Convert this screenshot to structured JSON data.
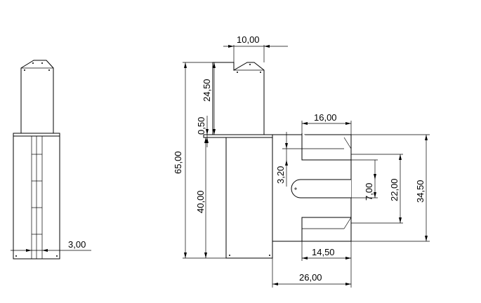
{
  "dimensions": {
    "width_top": "10,00",
    "pin_height": "24,50",
    "gap": "0,50",
    "total_height": "65,00",
    "body_height": "40,00",
    "pin_offset": "3,00",
    "plate_slot_width": "16,00",
    "slot_width": "3,20",
    "slot_center": "7,00",
    "slot_span": "22,00",
    "plate_height": "34,50",
    "lower_slot_width": "14,50",
    "plate_width": "26,00"
  },
  "colors": {
    "line": "#000000",
    "background": "#ffffff"
  }
}
